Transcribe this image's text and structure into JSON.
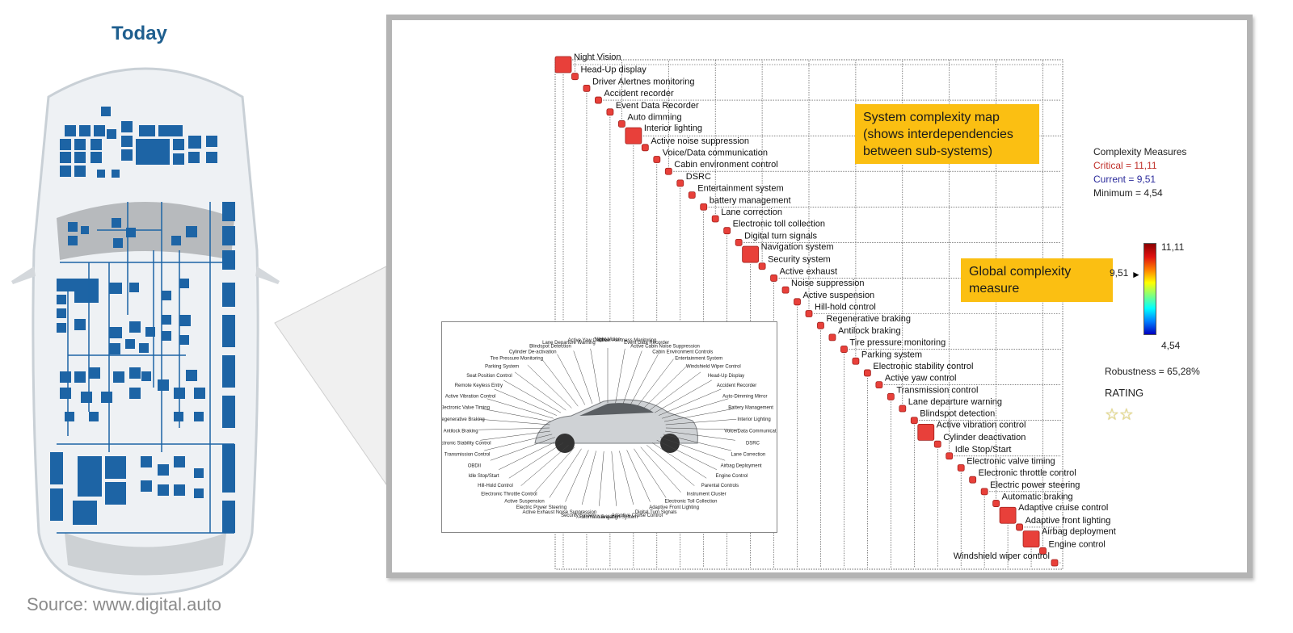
{
  "left": {
    "title": "Today",
    "source": "Source: www.digital.auto"
  },
  "notes": {
    "map": "System complexity map (shows interdependencies between sub-systems)",
    "global": "Global complexity measure"
  },
  "measures": {
    "title": "Complexity Measures",
    "critical": "Critical = 11,11",
    "current": "Current = 9,51",
    "minimum": "Minimum = 4,54"
  },
  "colorbar": {
    "max_label": "11,11",
    "min_label": "4,54",
    "current_label": "9,51",
    "max": 11.11,
    "min": 4.54,
    "current": 9.51
  },
  "robustness": "Robustness = 65,28%",
  "rating": {
    "label": "RATING",
    "stars": 2,
    "star_glyphs": "☆☆"
  },
  "dsm": {
    "systems": [
      "Night Vision",
      "Head-Up display",
      "Driver Alertnes monitoring",
      "Accident recorder",
      "Event Data Recorder",
      "Auto dimming",
      "Interior lighting",
      "Active noise suppression",
      "Voice/Data communication",
      "Cabin environment control",
      "DSRC",
      "Entertainment system",
      "battery management",
      "Lane correction",
      "Electronic toll collection",
      "Digital turn signals",
      "Navigation system",
      "Security system",
      "Active exhaust",
      "Noise suppression",
      "Active suspension",
      "Hill-hold control",
      "Regenerative braking",
      "Antilock braking",
      "Tire pressure monitoring",
      "Parking system",
      "Electronic stability control",
      "Active yaw control",
      "Transmission control",
      "Lane departure warning",
      "Blindspot detection",
      "Active vibration control",
      "Cylinder deactivation",
      "Idle Stop/Start",
      "Electronic valve timing",
      "Electronic throttle control",
      "Electric power steering",
      "Automatic braking",
      "Adaptive cruise control",
      "Adaptive front lighting",
      "Airbag deployment",
      "Engine control",
      "Windshield wiper control"
    ],
    "large_nodes": [
      0,
      6,
      16,
      31,
      38,
      40
    ]
  },
  "inset": {
    "labels": [
      "Night Vision",
      "Driver Alertness Monitoring",
      "Event Data Recorder",
      "Active Cabin Noise Suppression",
      "Cabin Environment Controls",
      "Entertainment System",
      "Windshield Wiper Control",
      "Head-Up Display",
      "Accident Recorder",
      "Auto-Dimming Mirror",
      "Battery Management",
      "Interior Lighting",
      "Voice/Data Communications",
      "DSRC",
      "Lane Correction",
      "Airbag Deployment",
      "Engine Control",
      "Parental Controls",
      "Instrument Cluster",
      "Electronic Toll Collection",
      "Adaptive Front Lighting",
      "Digital Turn Signals",
      "Adaptive Cruise Control",
      "Navigation System",
      "Automatic Braking",
      "Security System",
      "Active Exhaust Noise Suppression",
      "Electric Power Steering",
      "Active Suspension",
      "Electronic Throttle Control",
      "Hill-Hold Control",
      "Idle Stop/Start",
      "OBDII",
      "Transmission Control",
      "Electronic Stability Control",
      "Antilock Braking",
      "Regenerative Braking",
      "Electronic Valve Timing",
      "Active Vibration Control",
      "Remote Keyless Entry",
      "Seat Position Control",
      "Parking System",
      "Tire Pressure Monitoring",
      "Cylinder De-activation",
      "Blindspot Detection",
      "Lane Departure Warning",
      "Active Yaw Control"
    ]
  },
  "colors": {
    "brand_blue": "#1f5f8f",
    "module_blue": "#1d64a5",
    "node_red": "#e8403a",
    "note_yellow": "#fbbf12"
  }
}
